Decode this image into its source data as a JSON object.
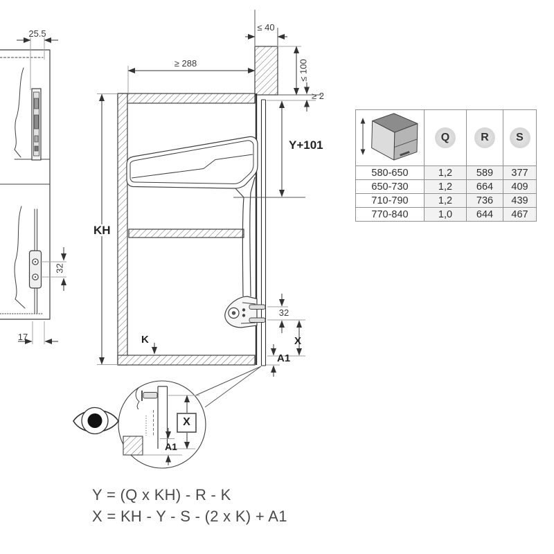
{
  "side_view": {
    "dim_offset_top": "25.5",
    "dim_hole_spacing": "32",
    "dim_offset_bottom": "17"
  },
  "main_view": {
    "dim_depth_min": "≥ 288",
    "dim_soffit_width": "≤ 40",
    "dim_soffit_height": "≤ 100",
    "dim_top_gap": "≥ 2",
    "dim_front_height": "Y+101",
    "label_cabinet_height": "KH",
    "label_bottom_panel": "K",
    "dim_screw_spacing": "32",
    "label_x": "X",
    "label_a1": "A1"
  },
  "detail_view": {
    "label_x": "X",
    "label_a1": "A1"
  },
  "formulas": {
    "line1": "Y = (Q x KH) - R - K",
    "line2": "X = KH - Y - S - (2 x K) + A1"
  },
  "table": {
    "headers": {
      "q": "Q",
      "r": "R",
      "s": "S"
    },
    "rows": [
      {
        "range": "580-650",
        "q": "1,2",
        "r": "589",
        "s": "377"
      },
      {
        "range": "650-730",
        "q": "1,2",
        "r": "664",
        "s": "409"
      },
      {
        "range": "710-790",
        "q": "1,2",
        "r": "736",
        "s": "439"
      },
      {
        "range": "770-840",
        "q": "1,0",
        "r": "644",
        "s": "467"
      }
    ]
  },
  "colors": {
    "object_line": "#3f3f3f",
    "extension_line": "#a0a0a0",
    "table_border": "#8f8f8f",
    "badge_bg": "#d2d2d2",
    "text": "#333333"
  }
}
